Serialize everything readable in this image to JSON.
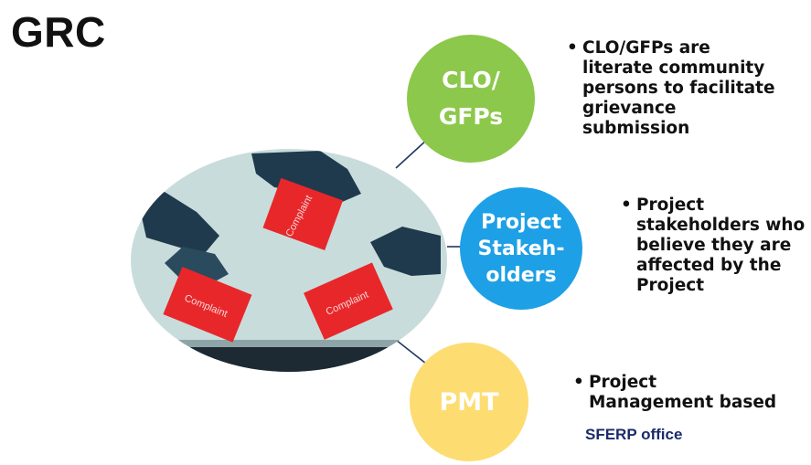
{
  "title": "GRC",
  "image": {
    "complaint_text": "Complaint"
  },
  "nodes": {
    "clo": {
      "label": [
        "CLO/",
        "GFPs"
      ],
      "color": "#8cc84b",
      "description": [
        "CLO/GFPs are",
        "literate community",
        "persons to facilitate",
        "grievance",
        "submission"
      ]
    },
    "stakeholders": {
      "label": [
        "Project",
        "Stakeh-",
        "olders"
      ],
      "color": "#1ea0e6",
      "description": [
        "Project",
        "stakeholders who",
        "believe they are",
        "affected by the",
        "Project"
      ]
    },
    "pmt": {
      "label": [
        "PMT"
      ],
      "color": "#fddc72",
      "description": [
        "Project",
        "Management based"
      ],
      "note": "SFERP office"
    }
  },
  "connector_color": "#1f3a5f"
}
